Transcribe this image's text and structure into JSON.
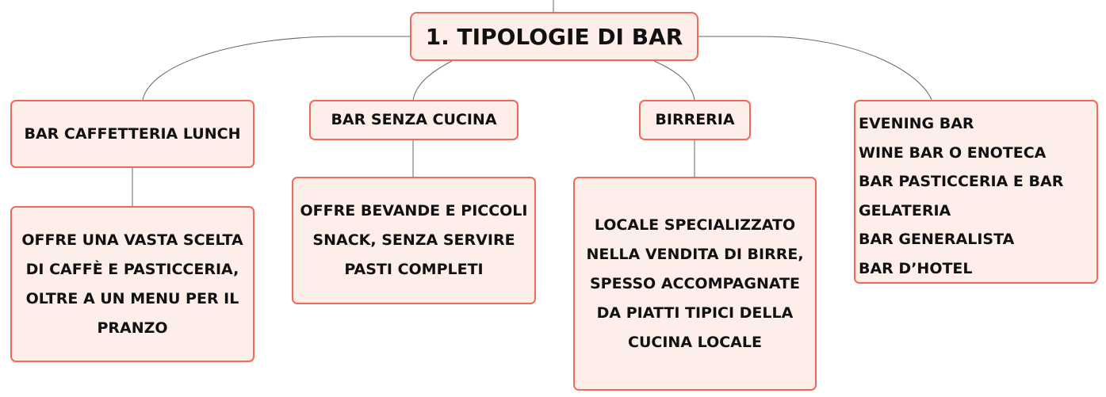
{
  "root": {
    "label": "1. TIPOLOGIE DI BAR"
  },
  "branches": [
    {
      "label": "BAR CAFFETTERIA LUNCH",
      "detail": "OFFRE UNA VASTA SCELTA DI CAFFÈ E PASTICCERIA, OLTRE A UN MENU PER IL PRANZO"
    },
    {
      "label": "BAR SENZA CUCINA",
      "detail": "OFFRE BEVANDE E PICCOLI SNACK, SENZA SERVIRE PASTI COMPLETI"
    },
    {
      "label": "BIRRERIA",
      "detail": "LOCALE SPECIALIZZATO NELLA VENDITA DI BIRRE, SPESSO ACCOMPAGNATE DA PIATTI TIPICI DELLA CUCINA LOCALE"
    }
  ],
  "other_types": [
    "EVENING BAR",
    "WINE BAR O ENOTECA",
    "BAR PASTICCERIA E BAR",
    "GELATERIA",
    "BAR GENERALISTA",
    "BAR D’HOTEL"
  ],
  "colors": {
    "border": "#f06a5a",
    "fill": "#fdeeea",
    "line": "#666666"
  }
}
